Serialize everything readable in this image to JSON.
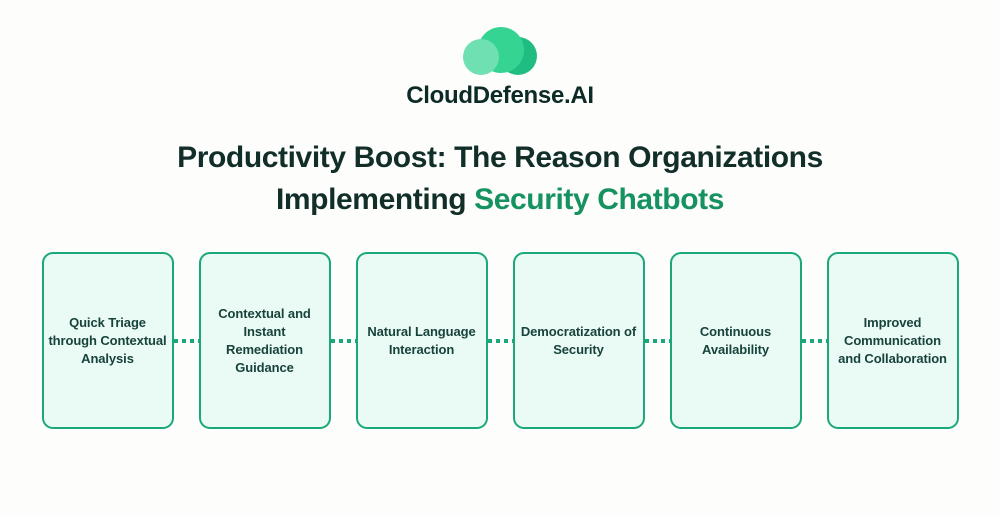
{
  "logo": {
    "brand": "CloudDefense.AI"
  },
  "title": {
    "line1": "Productivity Boost: The Reason Organizations",
    "line2_prefix": "Implementing ",
    "line2_highlight": "Security Chatbots"
  },
  "boxes": [
    {
      "label": "Quick Triage through Contextual Analysis"
    },
    {
      "label": "Contextual and Instant Remediation Guidance"
    },
    {
      "label": "Natural Language Interaction"
    },
    {
      "label": "Democratization of Security"
    },
    {
      "label": "Continuous Availability"
    },
    {
      "label": "Improved Communication and Collaboration"
    }
  ],
  "colors": {
    "accent_green": "#1aa87a",
    "box_background": "#eafaf4",
    "box_text": "#17433c",
    "title_dark": "#112e29",
    "title_highlight_green": "#15925f",
    "brand_text": "#0d2b26",
    "logo_circle_main": "#35d493",
    "logo_circle_dark": "#1fbd81",
    "logo_circle_light": "#6fe0b2"
  }
}
